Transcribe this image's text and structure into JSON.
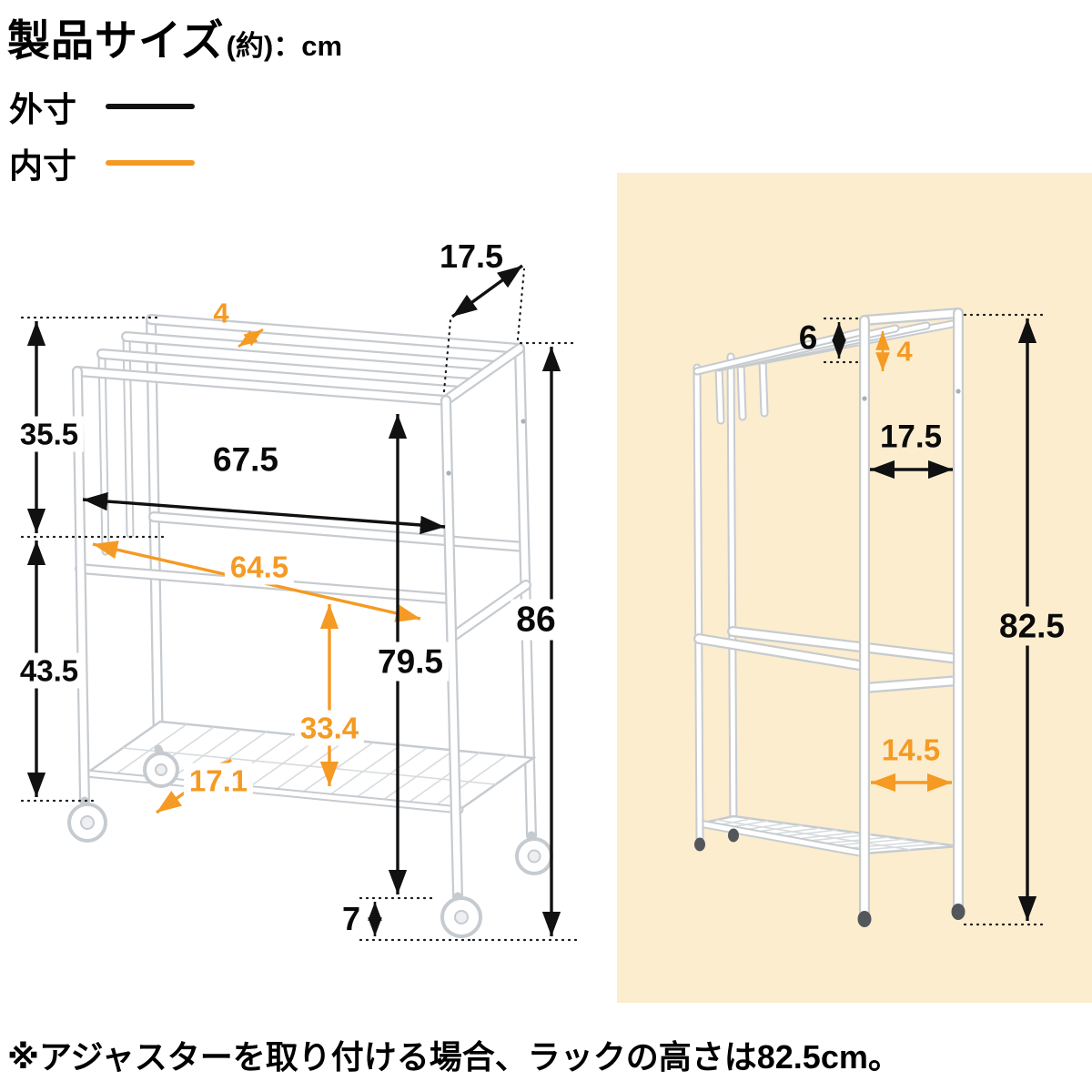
{
  "header": {
    "title": "製品サイズ",
    "unit_note": "(約)：cm"
  },
  "legend": {
    "outer": {
      "label": "外寸",
      "color": "#111111"
    },
    "inner": {
      "label": "内寸",
      "color": "#F59A23"
    }
  },
  "colors": {
    "outer": "#111111",
    "inner": "#F59A23",
    "panel": "#FBEDCE"
  },
  "left_diagram": {
    "dims": {
      "top_depth": "17.5",
      "bar_pitch": "4",
      "upper_section_height": "35.5",
      "outer_width": "67.5",
      "inner_width": "64.5",
      "total_height": "86",
      "body_height": "79.5",
      "lower_section_height": "43.5",
      "lower_inner_height": "33.4",
      "shelf_inner_depth": "17.1",
      "caster_height": "7"
    }
  },
  "right_diagram": {
    "dims": {
      "top_clearance": "6",
      "bar_pitch": "4",
      "outer_depth": "17.5",
      "height_with_adjuster": "82.5",
      "shelf_inner_width": "14.5"
    }
  },
  "footnote": "※アジャスターを取り付ける場合、ラックの高さは82.5cm。"
}
